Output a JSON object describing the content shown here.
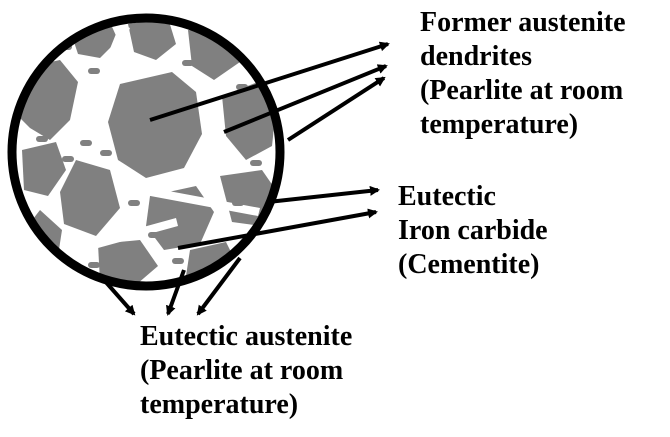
{
  "labels": {
    "former_austenite": [
      "Former austenite",
      "dendrites",
      "(Pearlite at room",
      "temperature)"
    ],
    "eutectic_cementite": [
      "Eutectic",
      "Iron carbide",
      "(Cementite)"
    ],
    "eutectic_austenite": [
      "Eutectic austenite",
      "(Pearlite at room",
      "temperature)"
    ]
  },
  "colors": {
    "background": "#ffffff",
    "pearlite": "#808080",
    "cementite_matrix": "#ffffff",
    "outline": "#000000"
  }
}
